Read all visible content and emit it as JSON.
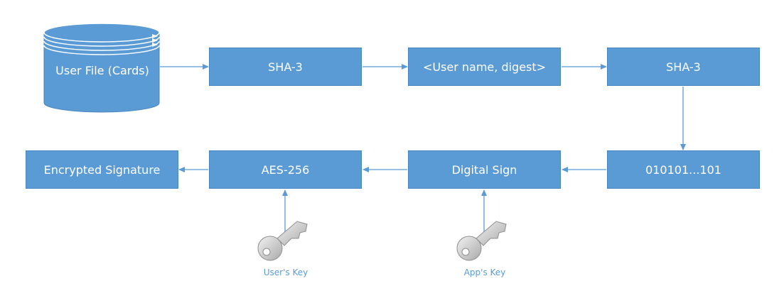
{
  "nodes": {
    "user_file": "User File (Cards)",
    "sha3_first": "SHA-3",
    "user_digest": "<User name, digest>",
    "sha3_second": "SHA-3",
    "bits": "010101...101",
    "digital_sign": "Digital Sign",
    "aes": "AES-256",
    "encrypted_signature": "Encrypted Signature"
  },
  "keys": {
    "user_key": "User's Key",
    "app_key": "App's Key"
  },
  "colors": {
    "box_fill": "#5b9bd5",
    "box_border": "#4a86bf",
    "connector": "#5b9bd5",
    "key_fill": "#c9c9c9",
    "key_label": "#5b9bd5"
  },
  "icons": {
    "database": "database-cylinder-icon",
    "key": "key-icon"
  }
}
